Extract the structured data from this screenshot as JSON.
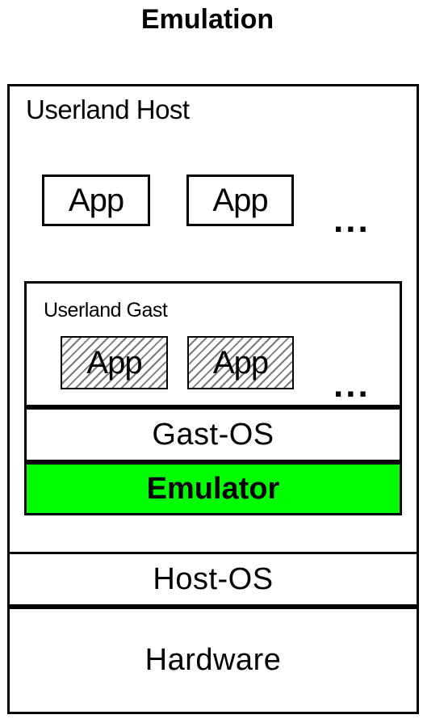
{
  "title": "Emulation",
  "host": {
    "label": "Userland Host",
    "apps": [
      "App",
      "App"
    ],
    "more": "..."
  },
  "guest": {
    "label": "Userland Gast",
    "apps": [
      "App",
      "App"
    ],
    "more": "..."
  },
  "layers": {
    "guest_os": "Gast-OS",
    "emulator": "Emulator",
    "host_os": "Host-OS",
    "hardware": "Hardware"
  },
  "colors": {
    "emulator_fill": "#00ff00",
    "border": "#000000",
    "hatch": "#7a7a7a"
  }
}
